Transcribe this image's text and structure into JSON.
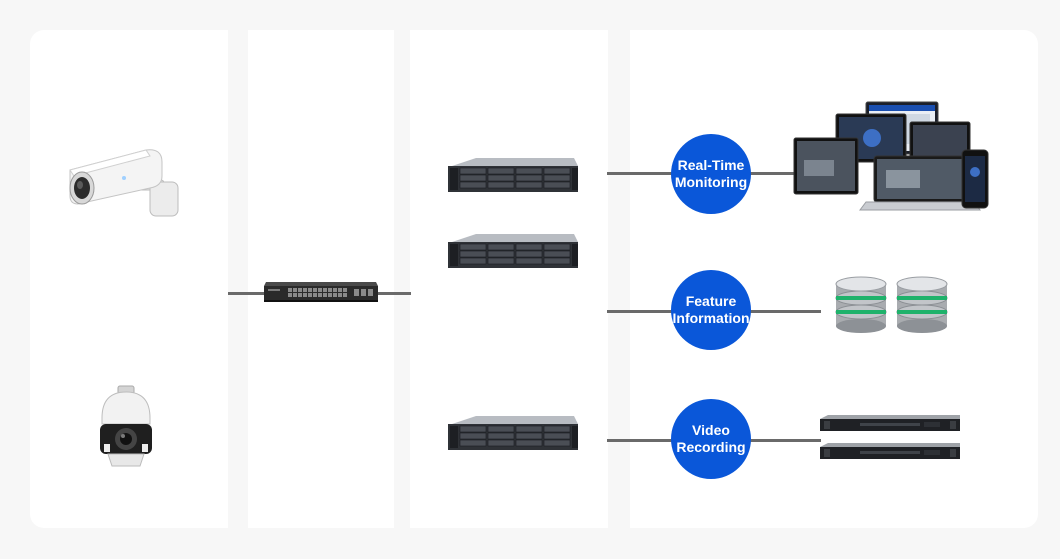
{
  "outputs": [
    {
      "label": "Real-Time\nMonitoring",
      "icon": "monitoring-devices-icon"
    },
    {
      "label": "Feature\nInformation",
      "icon": "database-icon"
    },
    {
      "label": "Video\nRecording",
      "icon": "recorder-icon"
    }
  ],
  "devices": {
    "cameras": [
      "bullet-camera-icon",
      "ptz-dome-camera-icon"
    ],
    "switch": "network-switch-icon",
    "servers": [
      "rack-server-icon",
      "rack-server-icon",
      "rack-server-icon"
    ]
  },
  "colors": {
    "accent": "#0a57d9",
    "connector": "#6a6a6a",
    "background": "#f7f7f7",
    "panel": "#ffffff"
  }
}
